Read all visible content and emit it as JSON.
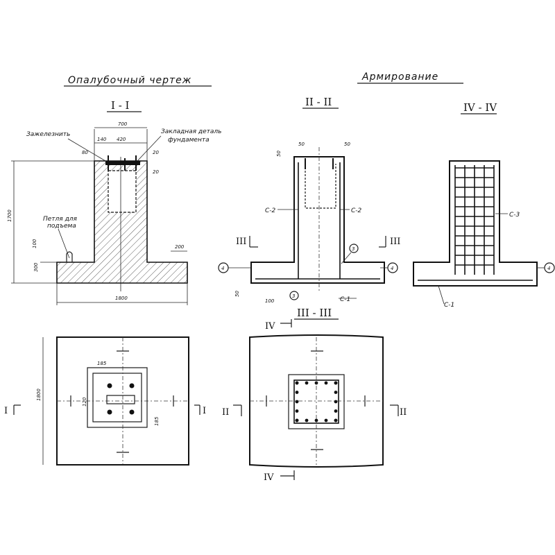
{
  "headings": {
    "formwork": "Опалубочный чертеж",
    "reinforcement": "Армирование"
  },
  "sections": {
    "s1": "I - I",
    "s2": "II - II",
    "s3": "III - III",
    "s4": "IV - IV"
  },
  "labels": {
    "zazheleznit": "Зажелезнить",
    "embedded_1": "Закладная деталь",
    "embedded_2": "фундамента",
    "loop_1": "Петля для",
    "loop_2": "подъема"
  },
  "dims": {
    "d700": "700",
    "d140": "140",
    "d420": "420",
    "d20a": "20",
    "d20b": "20",
    "d80": "80",
    "d1700": "1700",
    "d100a": "100",
    "d300": "300",
    "d200": "200",
    "d1800": "1800",
    "d50a": "50",
    "d50b": "50",
    "d50c": "50",
    "d50d": "50",
    "d100b": "100",
    "d185a": "185",
    "d185b": "185",
    "d120": "120",
    "d1800v": "1800"
  },
  "bar_marks": {
    "c2a": "С-2",
    "c2b": "С-2",
    "c3": "С-3",
    "c1a": "С-1",
    "c1b": "С-1"
  },
  "callouts": {
    "n3a": "3",
    "n3b": "3",
    "n4a": "4",
    "n4b": "4",
    "n4c": "4"
  },
  "cut_marks": {
    "i_left": "I",
    "i_right": "I",
    "ii_left": "II",
    "ii_right": "II",
    "iii_left": "III",
    "iii_right": "III",
    "iv_top": "IV",
    "iv_bottom": "IV"
  }
}
